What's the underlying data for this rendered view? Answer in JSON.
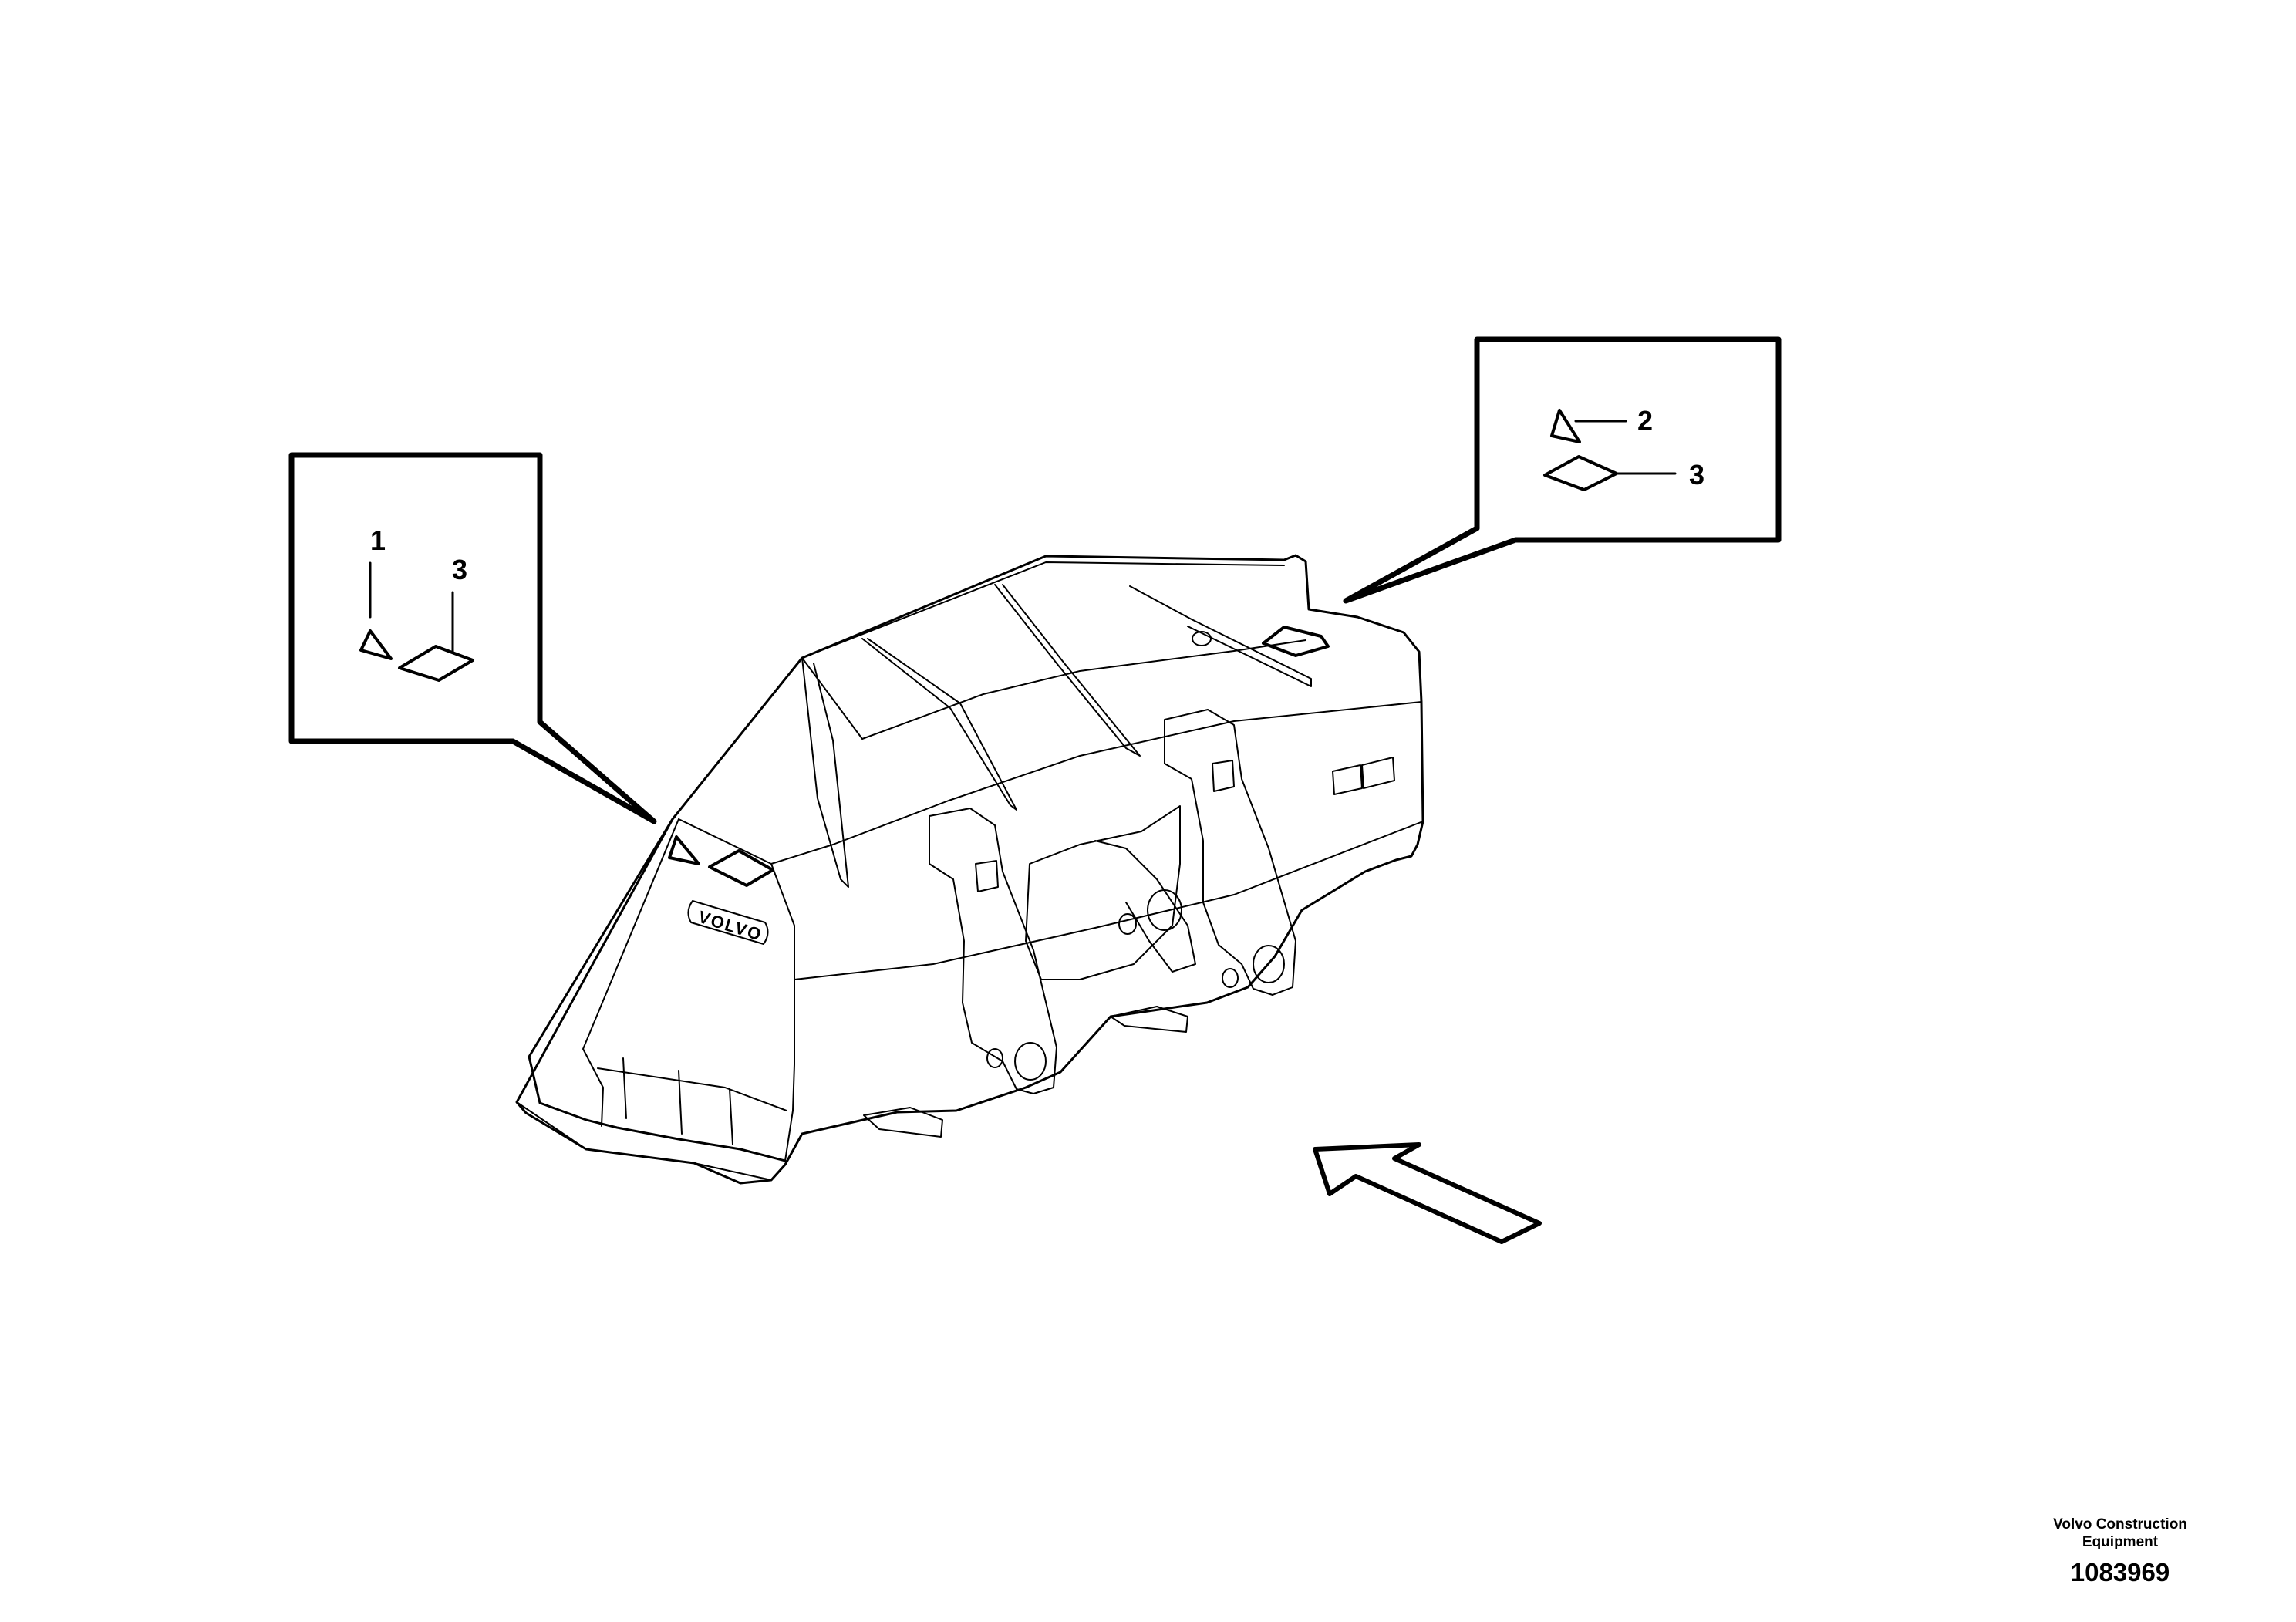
{
  "callouts": {
    "left": {
      "items": [
        "1",
        "3"
      ]
    },
    "right": {
      "items": [
        "2",
        "3"
      ]
    }
  },
  "bucket": {
    "logo": "VOLVO"
  },
  "footer": {
    "company_line1": "Volvo Construction",
    "company_line2": "Equipment",
    "document_number": "1083969"
  },
  "icons": {
    "triangle_decal": "triangle-decal-icon",
    "diamond_decal": "diamond-decal-icon",
    "direction_arrow": "view-direction-arrow-icon"
  }
}
